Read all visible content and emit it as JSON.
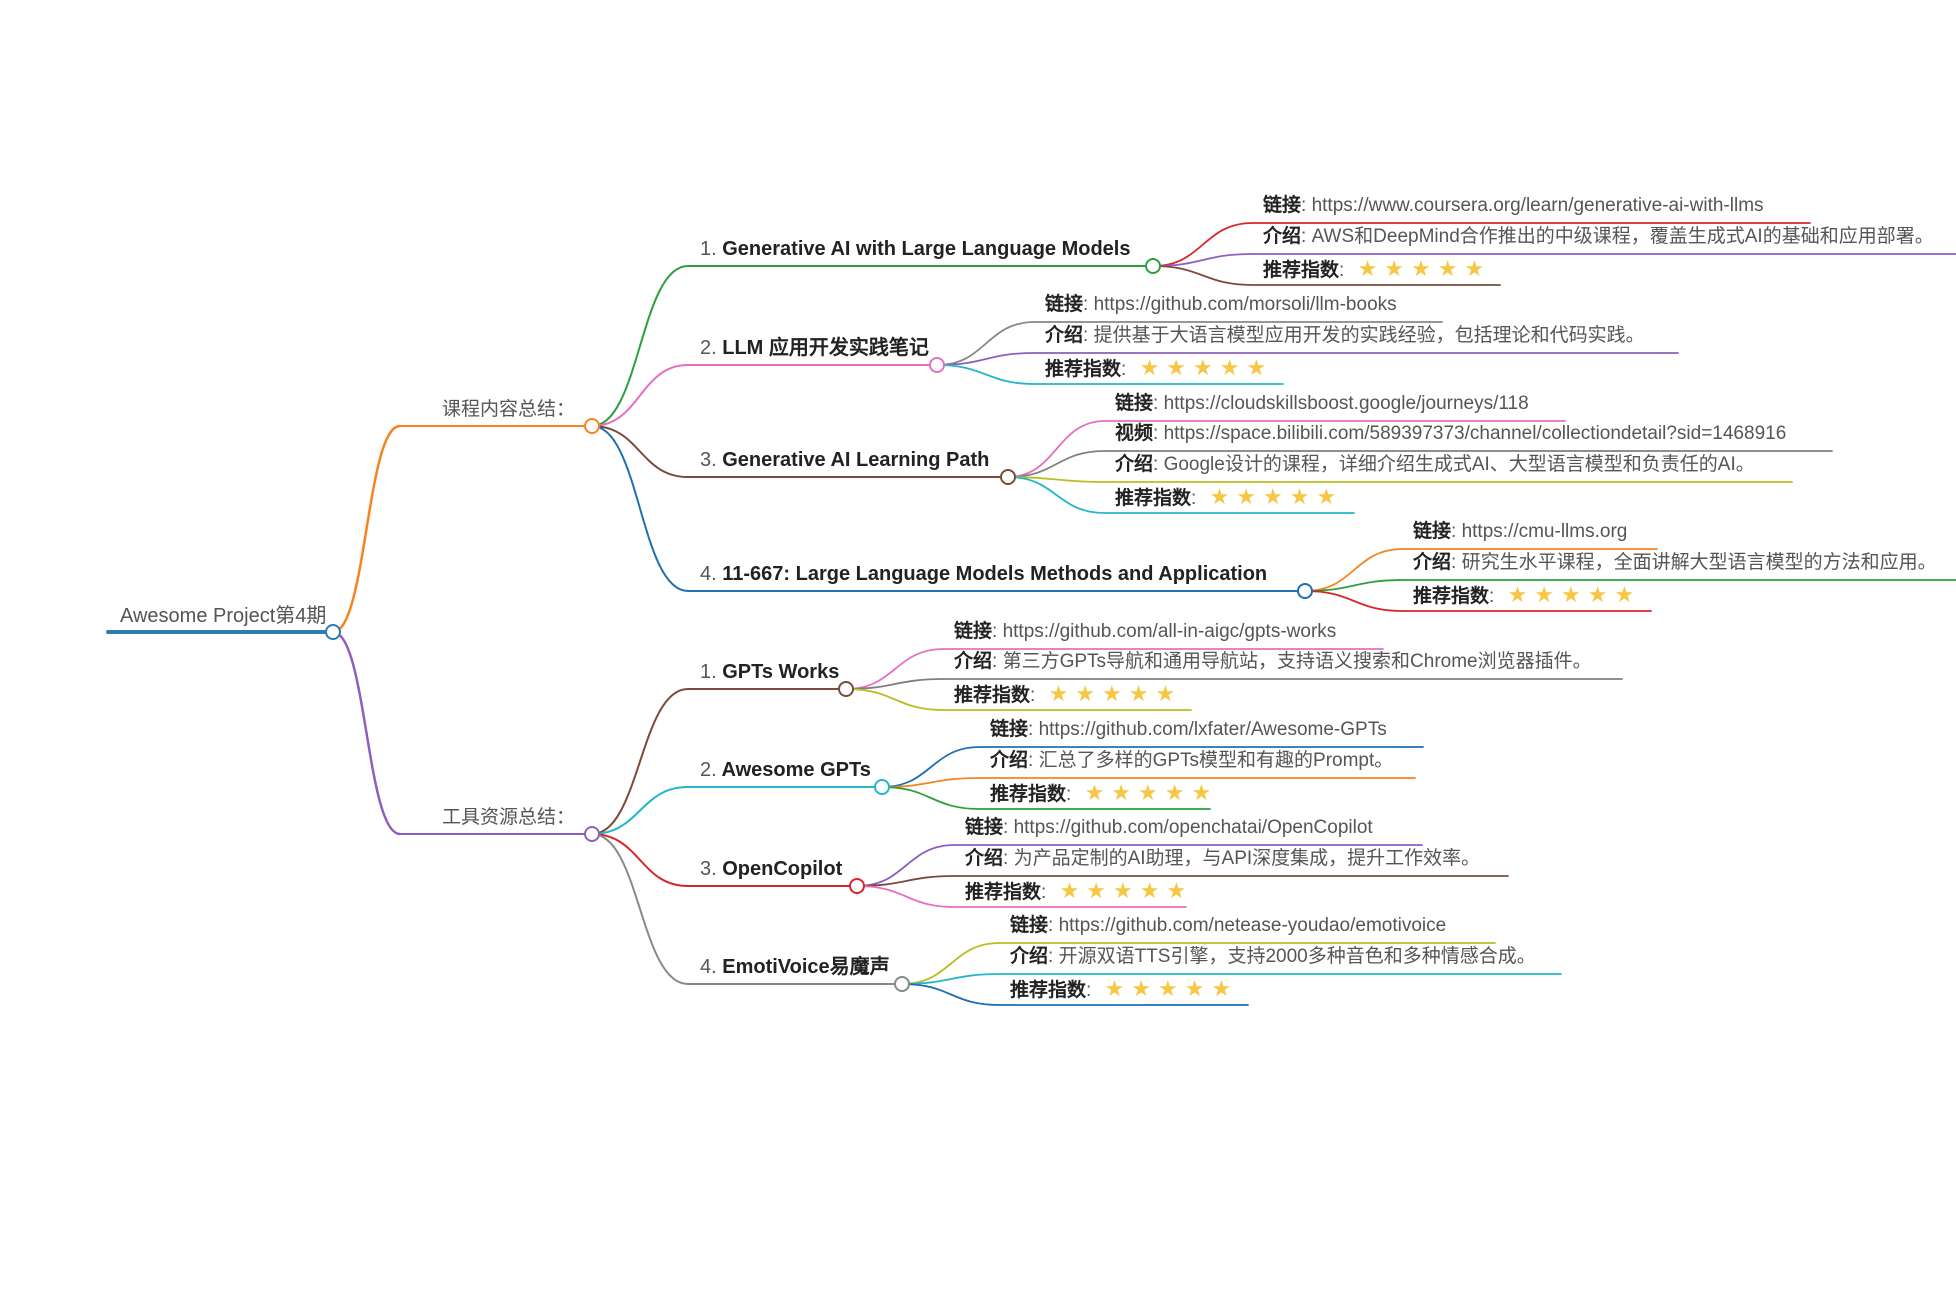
{
  "root": "Awesome Project第4期",
  "colors": {
    "root_line": "#2f7bb6",
    "star": "#f6c744"
  },
  "categories": [
    {
      "label": "课程内容总结：",
      "color": "#f5841f",
      "items": [
        {
          "num": "1.",
          "title": "Generative AI with Large Language Models",
          "color": "#2e9e3e",
          "leaves": [
            {
              "key": "链接",
              "value": "https://www.coursera.org/learn/generative-ai-with-llms",
              "color": "#d7262a"
            },
            {
              "key": "介绍",
              "value": "AWS和DeepMind合作推出的中级课程，覆盖生成式AI的基础和应用部署。",
              "color": "#8e5fbf"
            },
            {
              "key": "推荐指数",
              "stars": 5,
              "color": "#7a4b3a"
            }
          ]
        },
        {
          "num": "2.",
          "title": "LLM 应用开发实践笔记",
          "color": "#e86ec0",
          "leaves": [
            {
              "key": "链接",
              "value": "https://github.com/morsoli/llm-books",
              "color": "#888888"
            },
            {
              "key": "介绍",
              "value": "提供基于大语言模型应用开发的实践经验，包括理论和代码实践。",
              "color": "#8e5fbf"
            },
            {
              "key": "推荐指数",
              "stars": 5,
              "color": "#22b8c9"
            }
          ]
        },
        {
          "num": "3.",
          "title": "Generative AI Learning Path",
          "color": "#7a4b3a",
          "leaves": [
            {
              "key": "链接",
              "value": "https://cloudskillsboost.google/journeys/118",
              "color": "#e86ec0"
            },
            {
              "key": "视频",
              "value": "https://space.bilibili.com/589397373/channel/collectiondetail?sid=1468916",
              "color": "#7f7f7f"
            },
            {
              "key": "介绍",
              "value": "Google设计的课程，详细介绍生成式AI、大型语言模型和负责任的AI。",
              "color": "#bcbd22"
            },
            {
              "key": "推荐指数",
              "stars": 5,
              "color": "#22b8c9"
            }
          ]
        },
        {
          "num": "4.",
          "title": "11-667: Large Language Models Methods and Application",
          "color": "#1f6fb2",
          "leaves": [
            {
              "key": "链接",
              "value": "https://cmu-llms.org",
              "color": "#f5841f"
            },
            {
              "key": "介绍",
              "value": "研究生水平课程，全面讲解大型语言模型的方法和应用。",
              "color": "#2e9e3e"
            },
            {
              "key": "推荐指数",
              "stars": 5,
              "color": "#d7262a"
            }
          ]
        }
      ]
    },
    {
      "label": "工具资源总结：",
      "color": "#8e5fbf",
      "items": [
        {
          "num": "1.",
          "title": "GPTs Works",
          "color": "#7a4b3a",
          "leaves": [
            {
              "key": "链接",
              "value": "https://github.com/all-in-aigc/gpts-works",
              "color": "#e86ec0"
            },
            {
              "key": "介绍",
              "value": "第三方GPTs导航和通用导航站，支持语义搜索和Chrome浏览器插件。",
              "color": "#7f7f7f"
            },
            {
              "key": "推荐指数",
              "stars": 5,
              "color": "#bcbd22"
            }
          ]
        },
        {
          "num": "2.",
          "title": "Awesome GPTs",
          "color": "#22b8c9",
          "leaves": [
            {
              "key": "链接",
              "value": "https://github.com/lxfater/Awesome-GPTs",
              "color": "#1f6fb2"
            },
            {
              "key": "介绍",
              "value": "汇总了多样的GPTs模型和有趣的Prompt。",
              "color": "#f5841f"
            },
            {
              "key": "推荐指数",
              "stars": 5,
              "color": "#2e9e3e"
            }
          ]
        },
        {
          "num": "3.",
          "title": "OpenCopilot",
          "color": "#d7262a",
          "leaves": [
            {
              "key": "链接",
              "value": "https://github.com/openchatai/OpenCopilot",
              "color": "#8e5fbf"
            },
            {
              "key": "介绍",
              "value": "为产品定制的AI助理，与API深度集成，提升工作效率。",
              "color": "#7a4b3a"
            },
            {
              "key": "推荐指数",
              "stars": 5,
              "color": "#e86ec0"
            }
          ]
        },
        {
          "num": "4.",
          "title": "EmotiVoice易魔声",
          "color": "#888888",
          "leaves": [
            {
              "key": "链接",
              "value": "https://github.com/netease-youdao/emotivoice",
              "color": "#bcbd22"
            },
            {
              "key": "介绍",
              "value": "开源双语TTS引擎，支持2000多种音色和多种情感合成。",
              "color": "#22b8c9"
            },
            {
              "key": "推荐指数",
              "stars": 5,
              "color": "#1f6fb2"
            }
          ]
        }
      ]
    }
  ]
}
